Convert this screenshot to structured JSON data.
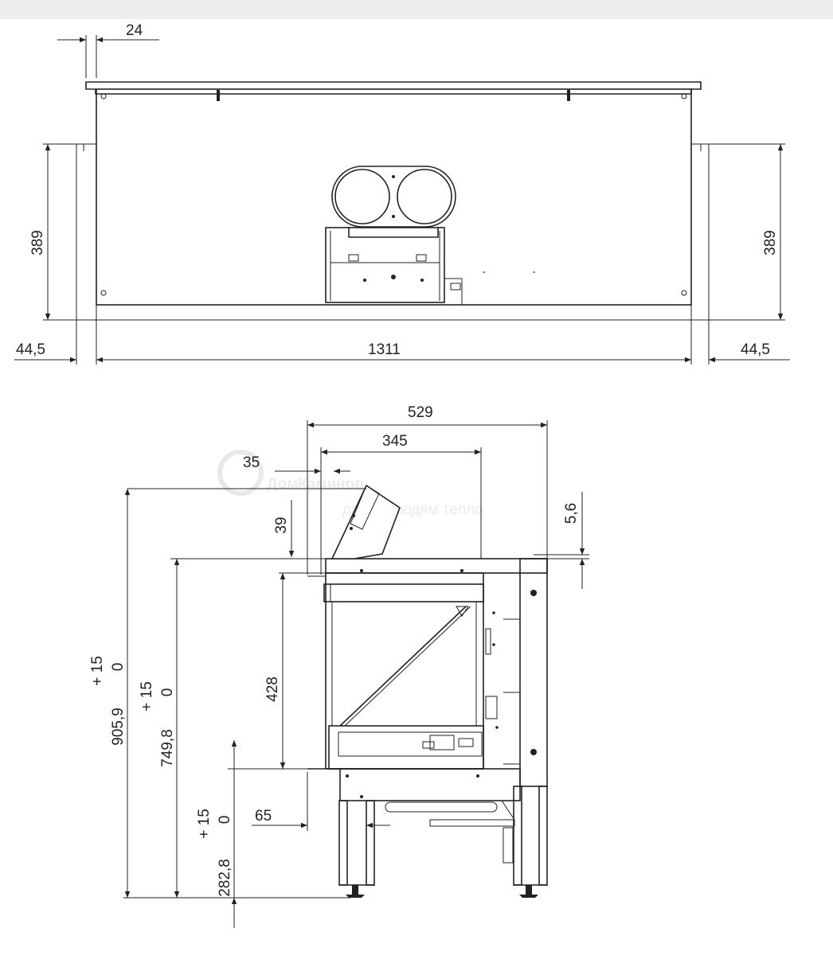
{
  "front_view": {
    "dim_top_offset": "24",
    "dim_height_left": "389",
    "dim_height_right": "389",
    "dim_width": "1311",
    "dim_left_margin": "44,5",
    "dim_right_margin": "44,5"
  },
  "side_view": {
    "dim_depth": "529",
    "dim_inner_depth": "345",
    "dim_flue_offset": "35",
    "dim_flue_height": "39",
    "dim_top_gap": "5,6",
    "dim_opening_height": "428",
    "dim_front_offset": "65",
    "dim_total_height": "905,9",
    "dim_total_tol_plus": "+ 15",
    "dim_total_tol_zero": "0",
    "dim_body_height": "749,8",
    "dim_body_tol_plus": "+ 15",
    "dim_body_tol_zero": "0",
    "dim_base_height": "282,8",
    "dim_base_tol_plus": "+ 15",
    "dim_base_tol_zero": "0"
  },
  "watermark": {
    "brand": "ДомКаминов",
    "tagline": "дарим людям тепло"
  }
}
